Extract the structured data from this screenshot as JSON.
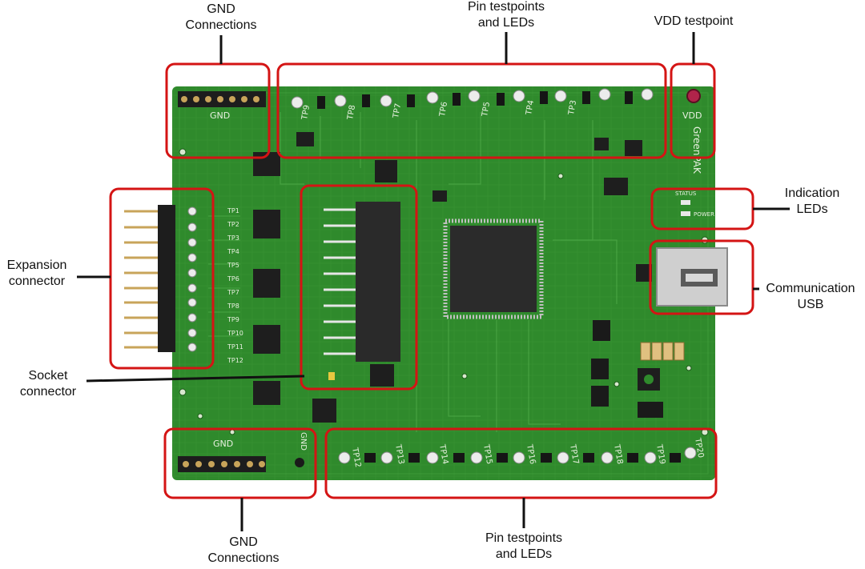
{
  "callouts": {
    "gnd_top": {
      "line1": "GND",
      "line2": "Connections"
    },
    "pins_top": {
      "line1": "Pin testpoints",
      "line2": "and LEDs"
    },
    "vdd": {
      "line1": "VDD testpoint"
    },
    "indication": {
      "line1": "Indication",
      "line2": "LEDs"
    },
    "usb": {
      "line1": "Communication",
      "line2": "USB"
    },
    "expansion": {
      "line1": "Expansion",
      "line2": "connector"
    },
    "socket": {
      "line1": "Socket",
      "line2": "connector"
    },
    "gnd_bottom": {
      "line1": "GND",
      "line2": "Connections"
    },
    "pins_bottom": {
      "line1": "Pin testpoints",
      "line2": "and LEDs"
    }
  },
  "board": {
    "silk_gnd_top": "GND",
    "silk_gnd_bottom": "GND",
    "silk_gnd_side": "GND",
    "silk_vdd": "VDD",
    "silk_brand": "GreenPAK",
    "silk_status": "STATUS",
    "silk_power": "POWER",
    "top_tp_labels": [
      "TP9",
      "TP8",
      "TP7",
      "TP6",
      "TP5",
      "TP4",
      "TP3"
    ],
    "bottom_tp_labels": [
      "TP12",
      "TP13",
      "TP14",
      "TP15",
      "TP16",
      "TP17",
      "TP18",
      "TP19",
      "TP20"
    ],
    "left_tp_labels": [
      "TP1",
      "TP2",
      "TP3",
      "TP4",
      "TP5",
      "TP6",
      "TP7",
      "TP8",
      "TP9",
      "TP10",
      "TP11",
      "TP12"
    ]
  },
  "colors": {
    "board": "#2f8a2c",
    "callout": "#d41414",
    "pin_gold": "#c8a45a",
    "chip": "#2b2b2b"
  }
}
